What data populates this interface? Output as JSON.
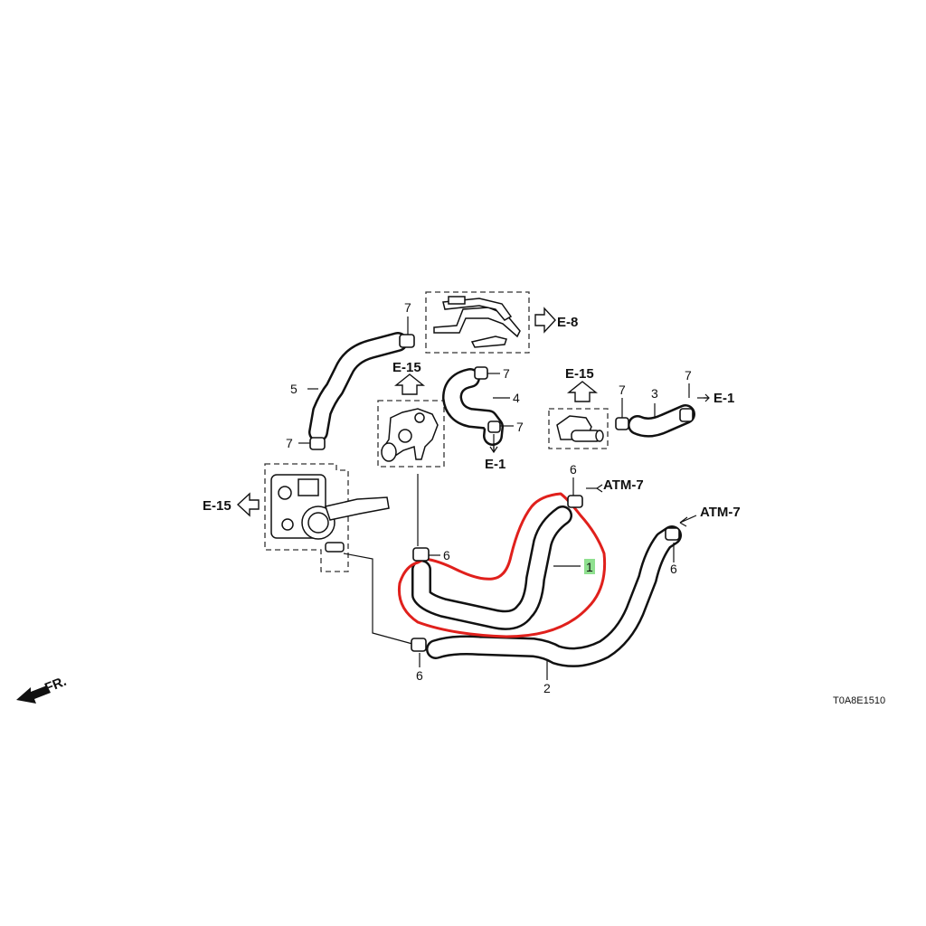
{
  "diagram": {
    "part_numbers": {
      "p1": "1",
      "p2": "2",
      "p3": "3",
      "p4": "4",
      "p5": "5",
      "p6a": "6",
      "p6b": "6",
      "p6c": "6",
      "p6d": "6",
      "p7a": "7",
      "p7b": "7",
      "p7c": "7",
      "p7d": "7",
      "p7e": "7",
      "p7f": "7"
    },
    "refs": {
      "e8": "E-8",
      "e15_top": "E-15",
      "e15_right": "E-15",
      "e15_left": "E-15",
      "e1_right": "E-1",
      "e1_bottom": "E-1",
      "atm7_a": "ATM-7",
      "atm7_b": "ATM-7"
    },
    "front_label": "FR.",
    "diagram_code": "T0A8E1510",
    "highlight_color": "#e0201c",
    "callout_bg": "#8fe08f"
  }
}
